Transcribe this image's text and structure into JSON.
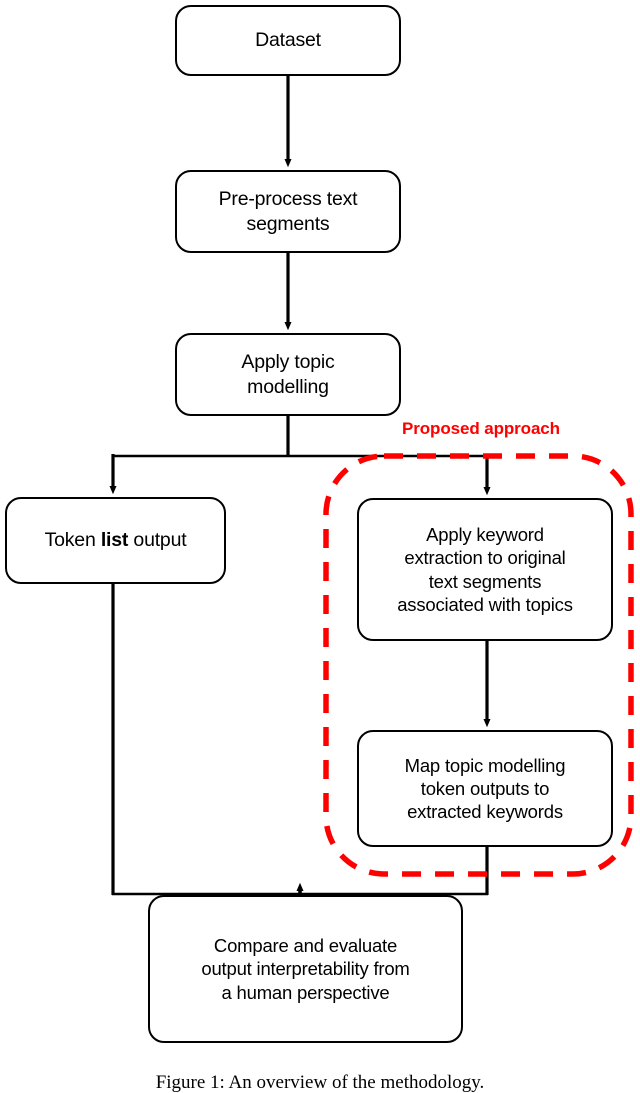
{
  "figure": {
    "type": "flowchart",
    "caption": "Figure 1: An overview of the methodology.",
    "annotation": {
      "label": "Proposed approach",
      "color": "#ff0000",
      "style": "dashed-rounded-rectangle"
    },
    "colors": {
      "node_border": "#000000",
      "node_fill": "#ffffff",
      "connector": "#000000",
      "highlight": "#ff0000",
      "background": "#ffffff"
    },
    "nodes": [
      {
        "id": "dataset",
        "label": "Dataset"
      },
      {
        "id": "preprocess",
        "label": "Pre-process text\nsegments"
      },
      {
        "id": "topicmodel",
        "label": "Apply topic\nmodelling"
      },
      {
        "id": "tokenlist",
        "label_pre": "Token ",
        "label_bold": "list",
        "label_post": " output"
      },
      {
        "id": "keyword",
        "label": "Apply keyword\nextraction to original\ntext segments\nassociated with topics"
      },
      {
        "id": "maptokens",
        "label": "Map topic modelling\ntoken outputs to\nextracted keywords"
      },
      {
        "id": "compare",
        "label": "Compare and evaluate\noutput interpretability from\na human perspective"
      }
    ],
    "edges": [
      {
        "from": "dataset",
        "to": "preprocess"
      },
      {
        "from": "preprocess",
        "to": "topicmodel"
      },
      {
        "from": "topicmodel",
        "to": "tokenlist"
      },
      {
        "from": "topicmodel",
        "to": "keyword"
      },
      {
        "from": "keyword",
        "to": "maptokens"
      },
      {
        "from": "tokenlist",
        "to": "compare"
      },
      {
        "from": "maptokens",
        "to": "compare"
      }
    ]
  }
}
